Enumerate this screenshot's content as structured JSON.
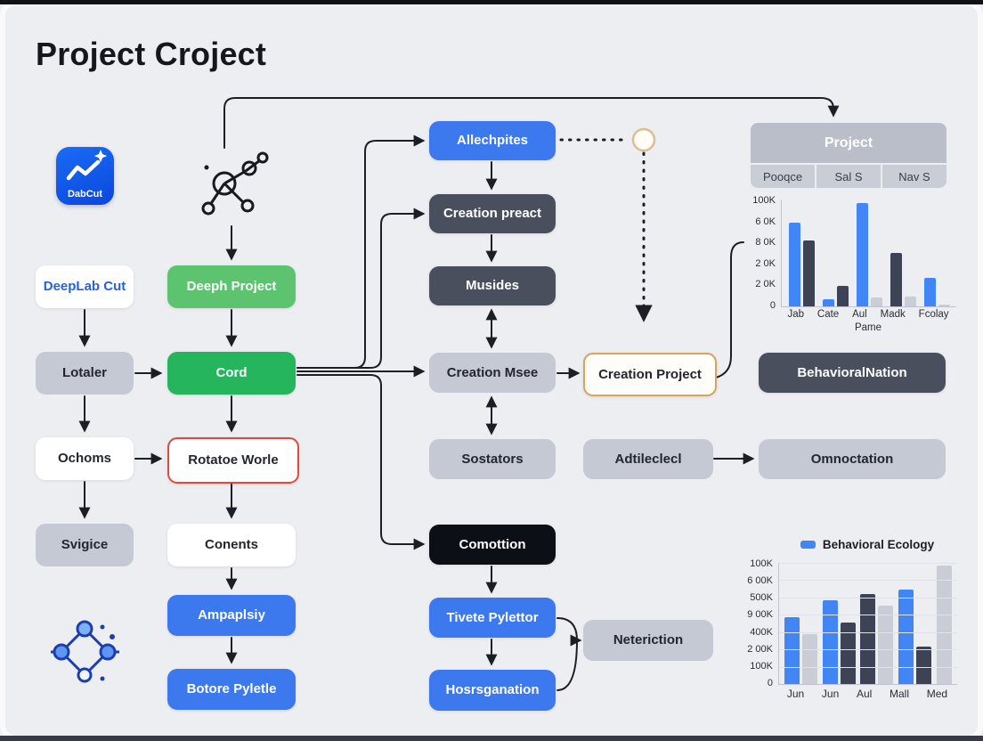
{
  "title": "Project Croject",
  "app_icon": {
    "label": "DabCut"
  },
  "colors": {
    "blue": "#3c79ee",
    "green_light": "#5cc46f",
    "green_dark": "#25b55c",
    "slate": "#4a4f5e",
    "black_node": "#0d0f17",
    "gray_box": "#c5c9d3",
    "red_border": "#e2493d",
    "tan_border": "#d8a35a"
  },
  "nodes": {
    "deeplab": "DeepLab Cut",
    "lotaler": "Lotaler",
    "ochoms": "Ochoms",
    "svigice": "Svigice",
    "deeph_project": "Deeph Project",
    "cord": "Cord",
    "rotatoe": "Rotatoe Worle",
    "conents": "Conents",
    "ampaplsiy": "Ampaplsiy",
    "botore": "Botore Pyletle",
    "allechpites": "Allechpites",
    "creation_preact": "Creation preact",
    "musides": "Musides",
    "creation_msee": "Creation Msee",
    "sostators": "Sostators",
    "comottion": "Comottion",
    "tivete": "Tivete Pylettor",
    "hosrsganation": "Hosrsganation",
    "creation_project": "Creation Project",
    "adtileclecl": "Adtileclecl",
    "neteriction": "Neteriction",
    "behavioral_nation": "BehavioralNation",
    "omnoctation": "Omnoctation"
  },
  "table": {
    "header": "Project",
    "cells": [
      "Pooqce",
      "Sal S",
      "Nav S"
    ]
  },
  "chart_data": [
    {
      "type": "bar",
      "title": "",
      "categories": [
        "Jab",
        "Cate",
        "Aul",
        "Madk",
        "Fcolay"
      ],
      "xlabel": "Pame",
      "ytick_labels": [
        "100K",
        "6 0K",
        "8 0K",
        "2 0K",
        "2 0K",
        "0"
      ],
      "ylim": [
        0,
        100
      ],
      "grid": false,
      "legend_position": "none",
      "palette": {
        "blue": "#4285f4",
        "dark": "#3d4354",
        "gray": "#c9cdd6"
      },
      "bars": [
        [
          {
            "color": "blue",
            "value": 78
          },
          {
            "color": "dark",
            "value": 62
          }
        ],
        [
          {
            "color": "blue",
            "value": 7
          },
          {
            "color": "dark",
            "value": 19
          }
        ],
        [
          {
            "color": "blue",
            "value": 97
          },
          {
            "color": "gray",
            "value": 8
          }
        ],
        [
          {
            "color": "dark",
            "value": 50
          },
          {
            "color": "gray",
            "value": 9
          }
        ],
        [
          {
            "color": "blue",
            "value": 27
          },
          {
            "color": "gray",
            "value": 2
          }
        ]
      ]
    },
    {
      "type": "bar",
      "legend": "Behavioral Ecology",
      "legend_color": "#4285f4",
      "categories": [
        "Jun",
        "Jun",
        "Aul",
        "Mall",
        "Med"
      ],
      "xlabel": "",
      "ytick_labels": [
        "100K",
        "6 00K",
        "500K",
        "9 00K",
        "400K",
        "2 00K",
        "100K",
        "0"
      ],
      "ylim": [
        0,
        100
      ],
      "grid": true,
      "legend_position": "top",
      "palette": {
        "blue": "#4285f4",
        "dark": "#3d4354",
        "gray": "#c9cdd6"
      },
      "bars": [
        [
          {
            "color": "blue",
            "value": 55
          },
          {
            "color": "gray",
            "value": 41
          }
        ],
        [
          {
            "color": "blue",
            "value": 69
          },
          {
            "color": "dark",
            "value": 51
          }
        ],
        [
          {
            "color": "dark",
            "value": 74
          },
          {
            "color": "gray",
            "value": 65
          }
        ],
        [
          {
            "color": "blue",
            "value": 78
          },
          {
            "color": "dark",
            "value": 31
          }
        ],
        [
          {
            "color": "gray",
            "value": 98
          }
        ]
      ]
    }
  ]
}
